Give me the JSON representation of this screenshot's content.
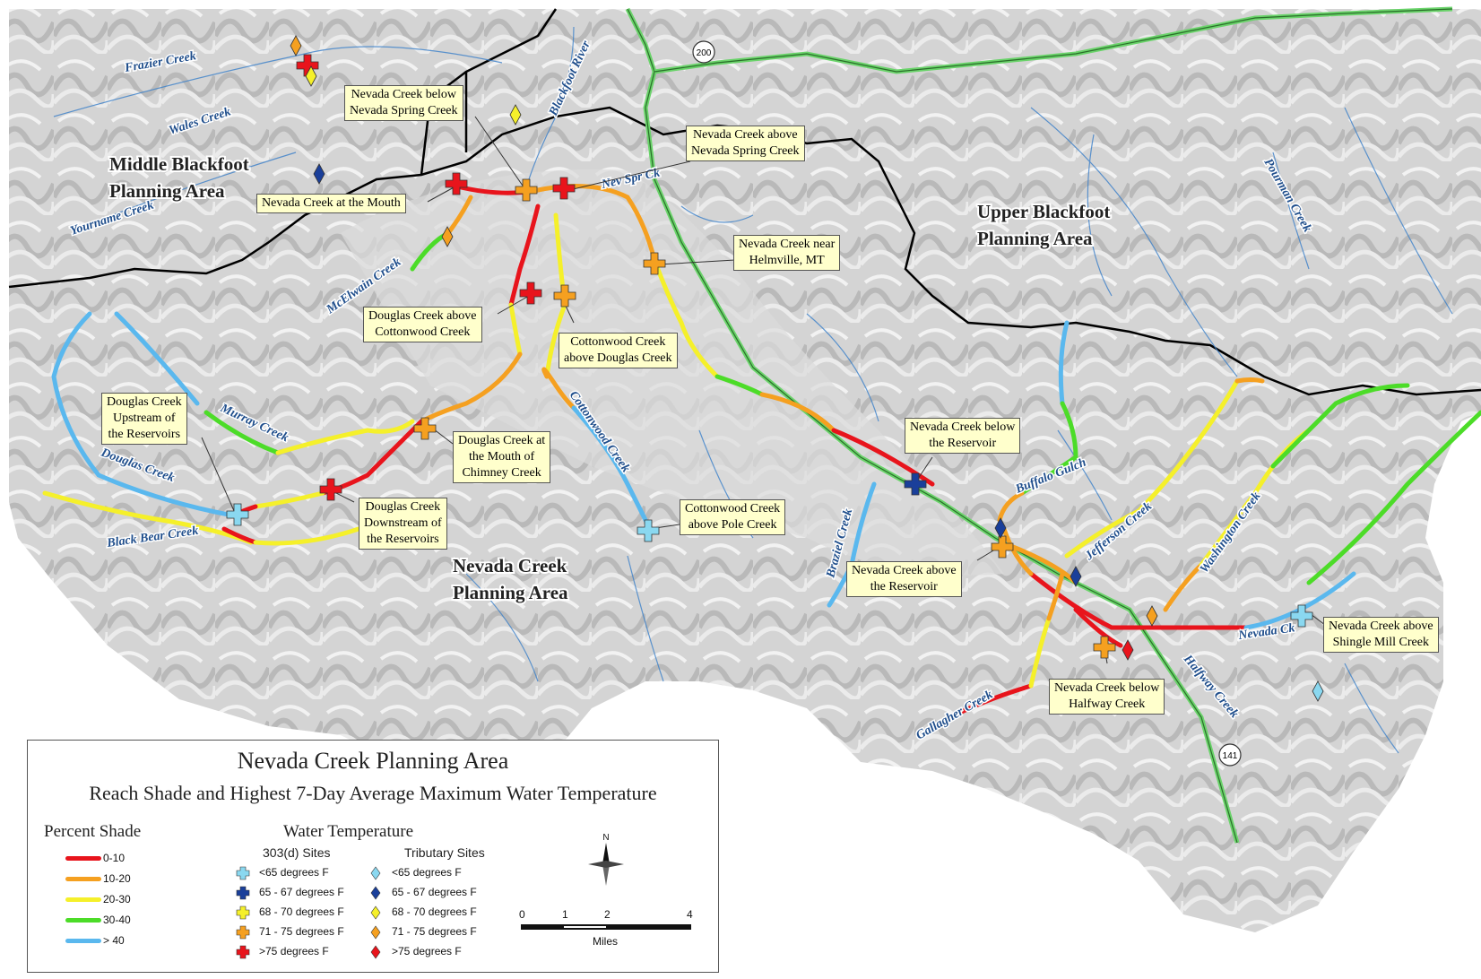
{
  "areas": [
    {
      "id": "middle",
      "line1": "Middle Blackfoot",
      "line2": "Planning Area"
    },
    {
      "id": "upper",
      "line1": "Upper Blackfoot",
      "line2": "Planning Area"
    },
    {
      "id": "nevada",
      "line1": "Nevada Creek",
      "line2": "Planning Area"
    }
  ],
  "streams": [
    "Frazier Creek",
    "Wales Creek",
    "Yourname Creek",
    "McElwain Creek",
    "Murray Creek",
    "Douglas Creek",
    "Black Bear Creek",
    "Cottonwood Creek",
    "Nev Spr Ck",
    "Blackfoot River",
    "Pourman Creek",
    "Buffalo Gulch",
    "Braziel Creek",
    "Jefferson Creek",
    "Washington Creek",
    "Gallagher Creek",
    "Halfway Creek",
    "Nevada Ck"
  ],
  "highways": [
    "200",
    "141"
  ],
  "callouts": [
    {
      "id": "c1",
      "text": "Nevada Creek below\nNevada Spring Creek"
    },
    {
      "id": "c2",
      "text": "Nevada Creek above\nNevada Spring Creek"
    },
    {
      "id": "c3",
      "text": "Nevada Creek at the Mouth"
    },
    {
      "id": "c4",
      "text": "Nevada Creek near\nHelmville, MT"
    },
    {
      "id": "c5",
      "text": "Douglas Creek above\nCottonwood Creek"
    },
    {
      "id": "c6",
      "text": "Cottonwood Creek\nabove Douglas Creek"
    },
    {
      "id": "c7",
      "text": "Douglas Creek\nUpstream  of\nthe Reservoirs"
    },
    {
      "id": "c8",
      "text": "Douglas Creek at\nthe Mouth of\nChimney Creek"
    },
    {
      "id": "c9",
      "text": "Douglas Creek\nDownstream of\nthe Reservoirs"
    },
    {
      "id": "c10",
      "text": "Cottonwood Creek\nabove Pole Creek"
    },
    {
      "id": "c11",
      "text": "Nevada Creek below\nthe Reservoir"
    },
    {
      "id": "c12",
      "text": "Nevada Creek above\nthe Reservoir"
    },
    {
      "id": "c13",
      "text": "Nevada Creek below\nHalfway Creek"
    },
    {
      "id": "c14",
      "text": "Nevada Creek above\nShingle Mill Creek"
    }
  ],
  "legend": {
    "title": "Nevada Creek Planning Area",
    "subtitle": "Reach Shade and Highest 7-Day Average Maximum Water Temperature",
    "shade_heading": "Percent Shade",
    "temp_heading": "Water Temperature",
    "sites_303d": "303(d) Sites",
    "sites_trib": "Tributary Sites",
    "shade_classes": [
      {
        "label": "0-10",
        "color": "#e8141c"
      },
      {
        "label": "10-20",
        "color": "#f5a020"
      },
      {
        "label": "20-30",
        "color": "#f5f02a"
      },
      {
        "label": "30-40",
        "color": "#4cdc28"
      },
      {
        "label": "> 40",
        "color": "#5ab8ee"
      }
    ],
    "temp_classes": [
      {
        "label": "<65 degrees F",
        "color": "#8ad8f0"
      },
      {
        "label": "65 - 67 degrees F",
        "color": "#1a3f9a"
      },
      {
        "label": "68 - 70 degrees F",
        "color": "#f5f02a"
      },
      {
        "label": "71 - 75 degrees F",
        "color": "#f5a020"
      },
      {
        "label": ">75 degrees F",
        "color": "#e8141c"
      }
    ],
    "north": "N",
    "scale_ticks": [
      "0",
      "1",
      "2",
      "4"
    ],
    "scale_unit": "Miles"
  }
}
